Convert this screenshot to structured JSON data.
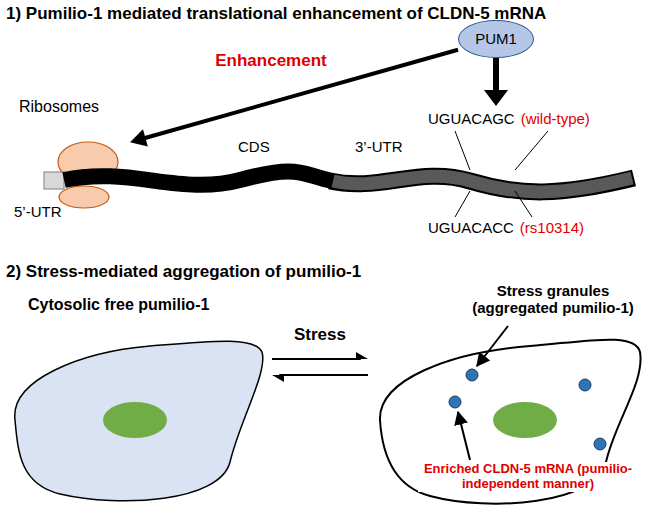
{
  "diagram": {
    "title": "1) Pumilio-1 mediated translational enhancement of CLDN-5 mRNA",
    "nodes": [
      {
        "text": [
          "PUM1"
        ]
      },
      {
        "text": [
          "Ribosomes"
        ]
      },
      {
        "text": [
          "CDS"
        ]
      },
      {
        "text": [
          "3’-UTR"
        ]
      },
      {
        "text": [
          "Cytosolic free pumilio-1"
        ]
      },
      {
        "text": [
          "Stress granules (aggregated pumilio-1)",
          "Enriched CLDN-5 mRNA (pumilio-independent manner)"
        ]
      }
    ],
    "edges": [
      {
        "from": 0,
        "to": 1,
        "arrow": "to",
        "label": "Enhancement"
      },
      {
        "from": 0,
        "to": 3,
        "arrow": "to"
      },
      {
        "from": 4,
        "to": 5,
        "arrow": "both",
        "label": "Stress"
      }
    ],
    "labels": [
      "5’-UTR",
      "UGUACAGC",
      "(wild-type)",
      "UGUACACC",
      "(rs10314)",
      "2) Stress-mediated aggregation of pumilio-1"
    ]
  }
}
